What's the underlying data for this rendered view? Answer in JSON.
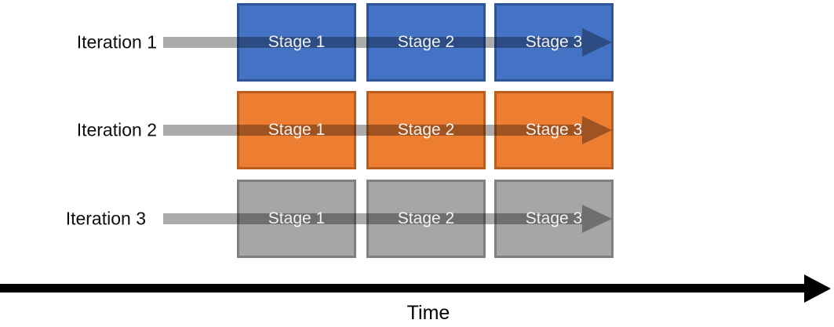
{
  "background": "#FFFFFF",
  "iterations": [
    {
      "label": "Iteration 1",
      "fill": "#4472C4",
      "border": "#2F5597",
      "stages": [
        "Stage 1",
        "Stage 2",
        "Stage 3"
      ]
    },
    {
      "label": "Iteration 2",
      "fill": "#ED7D31",
      "border": "#B85D1E",
      "stages": [
        "Stage 1",
        "Stage 2",
        "Stage 3"
      ]
    },
    {
      "label": "Iteration 3",
      "fill": "#A6A6A6",
      "border": "#7F7F7F",
      "stages": [
        "Stage 1",
        "Stage 2",
        "Stage 3"
      ]
    }
  ],
  "flow_arrow": {
    "color_hex": "#000000",
    "opacity": 0.33,
    "css": "rgba(0,0,0,0.33)"
  },
  "time_axis": {
    "label": "Time",
    "color": "#000000"
  },
  "stage_text_color": "#FFFFFF",
  "label_text_color": "#0D0D0D"
}
